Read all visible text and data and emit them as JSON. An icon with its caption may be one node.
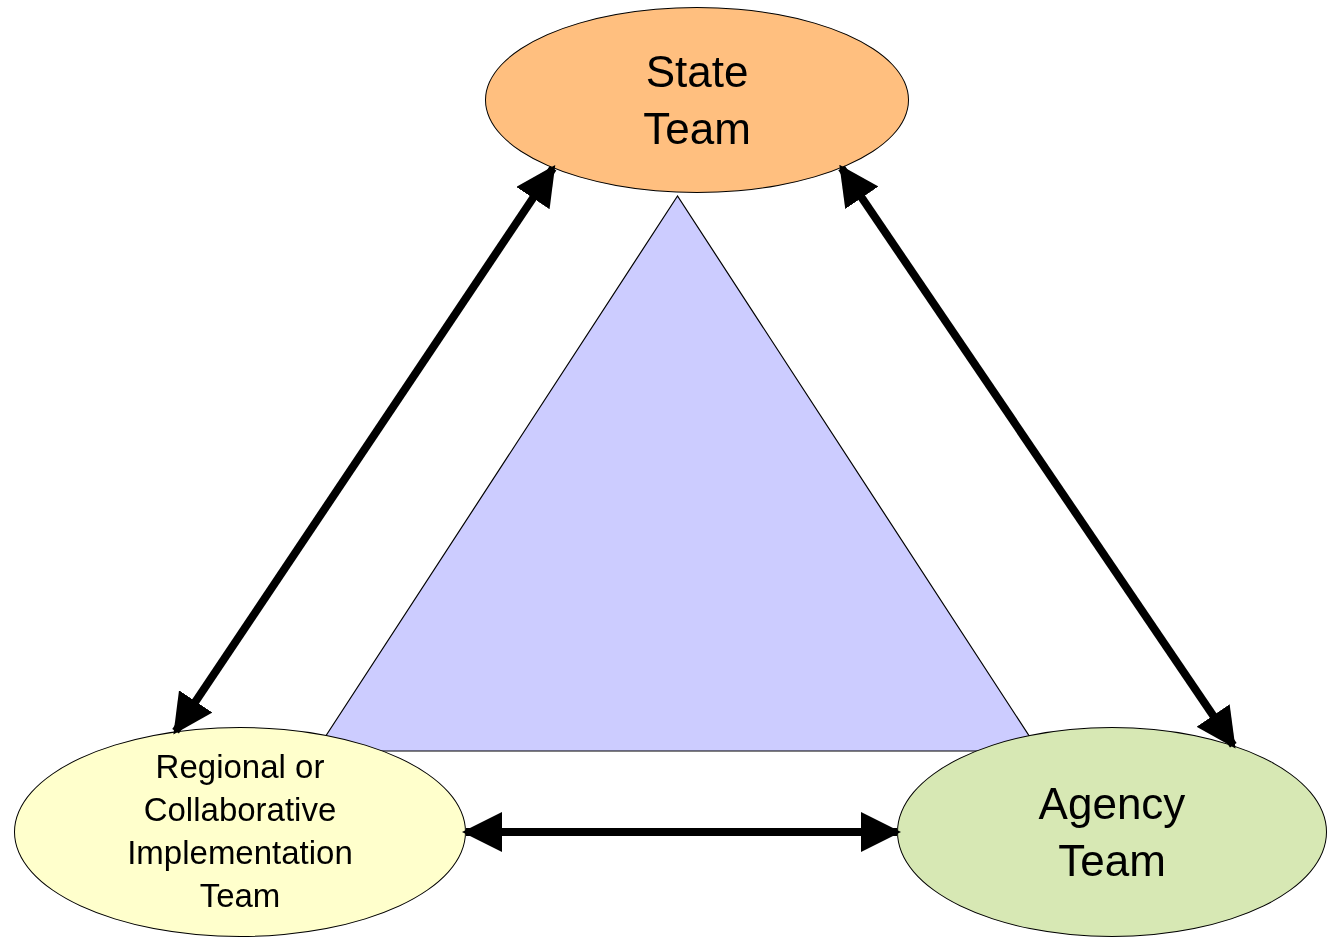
{
  "diagram": {
    "nodes": [
      {
        "text": [
          "State Team"
        ]
      },
      {
        "text": [],
        "shape": "triangle"
      },
      {
        "text": [
          "Regional or Collaborative Implementation Team"
        ]
      },
      {
        "text": [
          "Agency Team"
        ]
      }
    ],
    "edges": [
      {
        "from": 2,
        "to": 0,
        "arrow": "both"
      },
      {
        "from": 0,
        "to": 3,
        "arrow": "both"
      },
      {
        "from": 2,
        "to": 3,
        "arrow": "both"
      }
    ]
  }
}
